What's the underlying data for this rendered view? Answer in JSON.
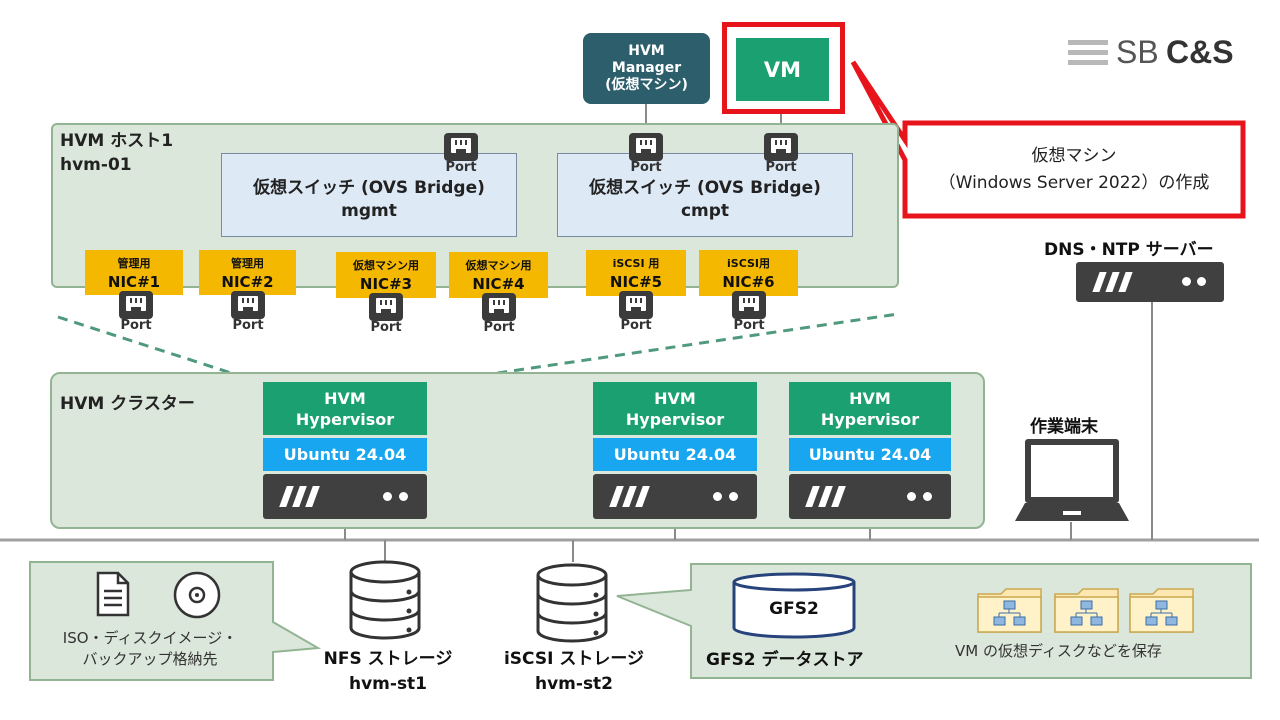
{
  "logo": {
    "text_sb": "SB",
    "text_cs": "C&S"
  },
  "hvm_manager": {
    "lines": [
      "HVM",
      "Manager",
      "(仮想マシン)"
    ]
  },
  "vm": {
    "label": "VM"
  },
  "callout": {
    "line1": "仮想マシン",
    "line2": "（Windows Server 2022）の作成"
  },
  "host": {
    "title_line1": "HVM ホスト1",
    "title_line2": "hvm-01"
  },
  "switches": [
    {
      "line1": "仮想スイッチ (OVS Bridge)",
      "line2": "mgmt"
    },
    {
      "line1": "仮想スイッチ (OVS Bridge)",
      "line2": "cmpt"
    }
  ],
  "port_label": "Port",
  "nics": [
    {
      "purpose": "管理用",
      "name": "NIC#1"
    },
    {
      "purpose": "管理用",
      "name": "NIC#2"
    },
    {
      "purpose": "仮想マシン用",
      "name": "NIC#3"
    },
    {
      "purpose": "仮想マシン用",
      "name": "NIC#4"
    },
    {
      "purpose": "iSCSI 用",
      "name": "NIC#5"
    },
    {
      "purpose": "iSCSI用",
      "name": "NIC#6"
    }
  ],
  "cluster": {
    "title": "HVM クラスター"
  },
  "nodes": [
    {
      "hyp_line1": "HVM",
      "hyp_line2": "Hypervisor",
      "os": "Ubuntu 24.04"
    },
    {
      "hyp_line1": "HVM",
      "hyp_line2": "Hypervisor",
      "os": "Ubuntu 24.04"
    },
    {
      "hyp_line1": "HVM",
      "hyp_line2": "Hypervisor",
      "os": "Ubuntu 24.04"
    }
  ],
  "dns_server": {
    "label": "DNS・NTP サーバー"
  },
  "terminal": {
    "label": "作業端末"
  },
  "nfs": {
    "line1": "NFS ストレージ",
    "line2": "hvm-st1"
  },
  "iscsi": {
    "line1": "iSCSI ストレージ",
    "line2": "hvm-st2"
  },
  "iso_callout": {
    "line1": "ISO・ディスクイメージ・",
    "line2": "バックアップ格納先"
  },
  "gfs2": {
    "cylinder": "GFS2",
    "label": "GFS2 データストア",
    "desc": "VM の仮想ディスクなどを保存"
  },
  "colors": {
    "nic": "#f5b800",
    "hypervisor": "#1aa071",
    "ubuntu": "#19a6f0",
    "panel": "#dce7dc",
    "vm": "#1aa071",
    "manager": "#2d5e6c",
    "callout_border": "#e8141c",
    "switch": "#dde9f5",
    "server": "#404040"
  }
}
